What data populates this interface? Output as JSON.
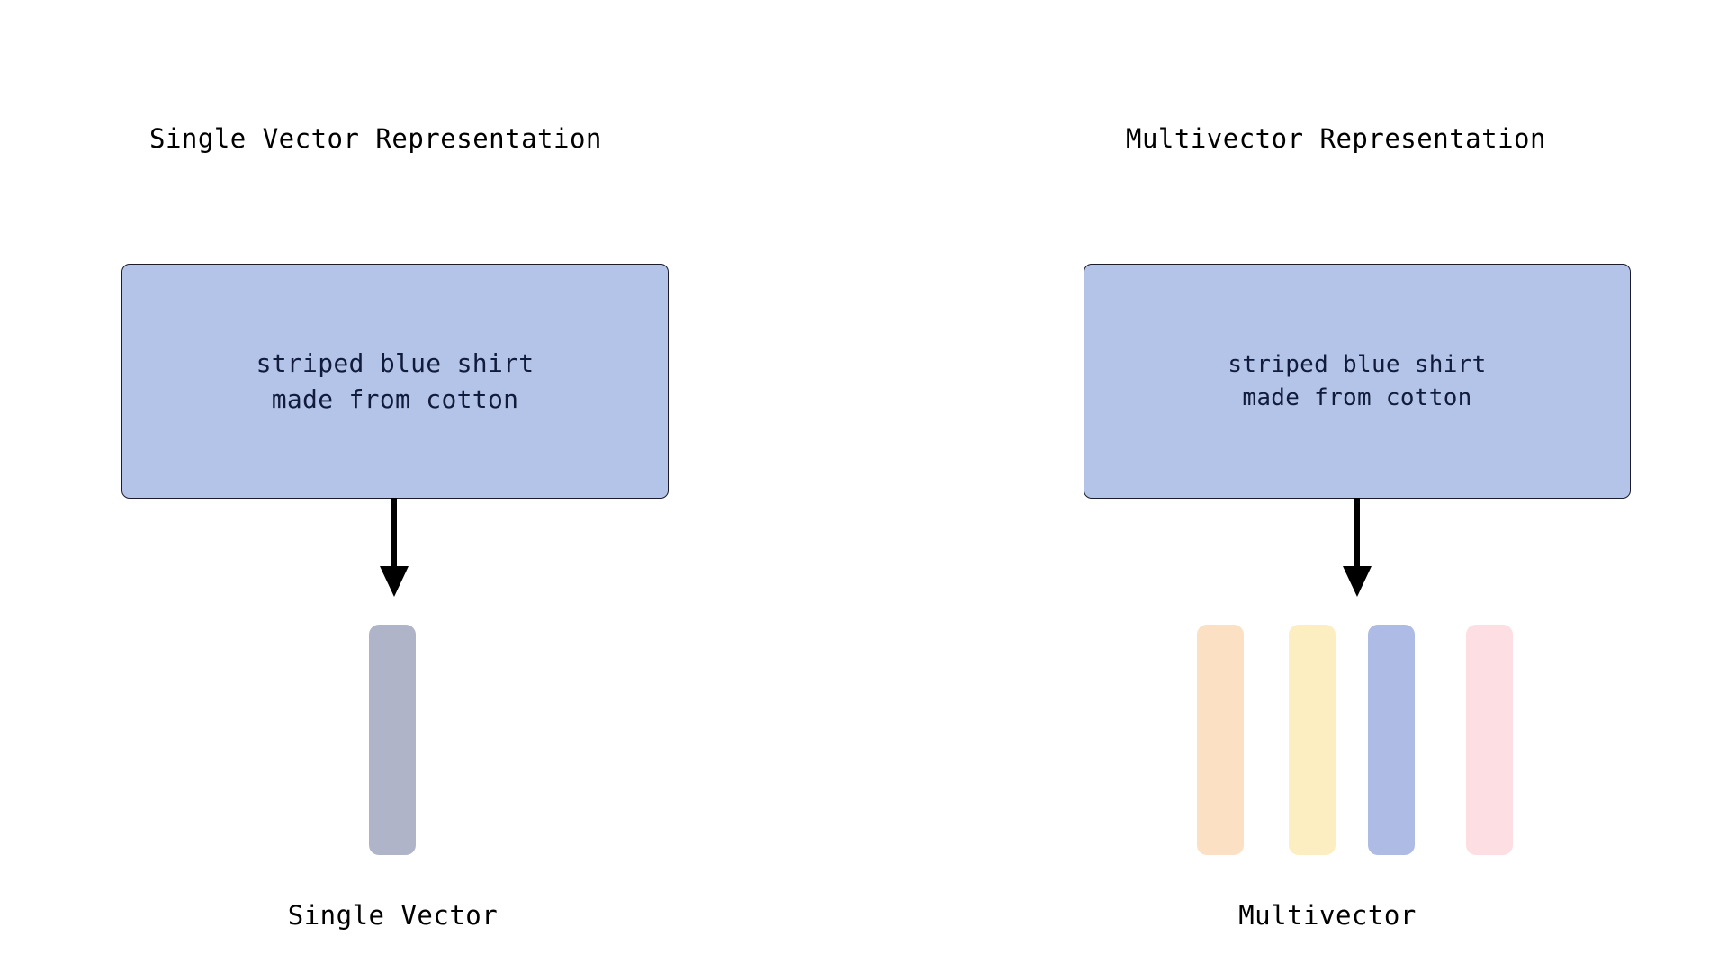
{
  "diagram": {
    "background_color": "#ffffff",
    "panels": [
      {
        "id": "single-vector",
        "title": "Single Vector Representation",
        "document_text": "striped blue shirt\nmade from cotton",
        "document_fill": "#b4c4e8",
        "document_border": "#1b1b2b",
        "document_text_color": "#111c3d",
        "arrow_color": "#000000",
        "caption": "Single Vector",
        "vectors": [
          {
            "name": "single-vector-bar",
            "color": "#b0b4c9"
          }
        ]
      },
      {
        "id": "multivector",
        "title": "Multivector Representation",
        "document_text": "striped blue shirt\nmade from cotton",
        "document_fill": "#b4c4e8",
        "document_border": "#1b1b2b",
        "document_text_color": "#111c3d",
        "arrow_color": "#000000",
        "caption": "Multivector",
        "vectors": [
          {
            "name": "multivector-bar-1",
            "color": "#fbe0c3"
          },
          {
            "name": "multivector-bar-2",
            "color": "#fdeec2"
          },
          {
            "name": "multivector-bar-3",
            "color": "#aebbe4"
          },
          {
            "name": "multivector-bar-4",
            "color": "#fddee2"
          }
        ]
      }
    ]
  }
}
